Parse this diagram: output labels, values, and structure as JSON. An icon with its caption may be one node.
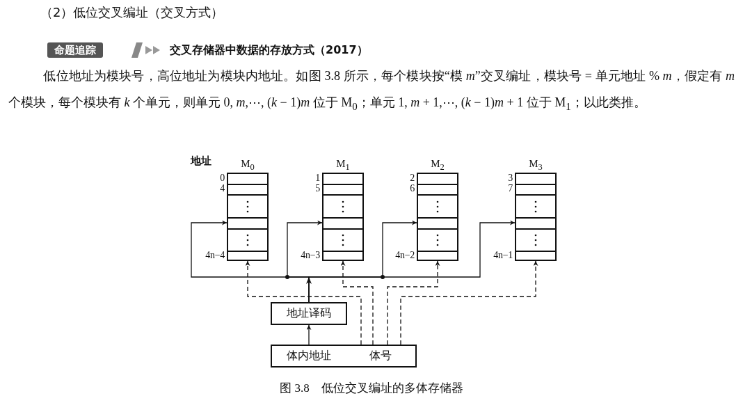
{
  "diagram": {
    "caption": "图 3.8　低位交叉编址的多体存储器",
    "nodes": [
      {
        "text": [
          "M$_{0}$"
        ],
        "beside": [
          "0",
          "4",
          "4n−4"
        ]
      },
      {
        "text": [
          "M$_{1}$"
        ],
        "beside": [
          "1",
          "5",
          "4n−3"
        ]
      },
      {
        "text": [
          "M$_{2}$"
        ],
        "beside": [
          "2",
          "6",
          "4n−2"
        ]
      },
      {
        "text": [
          "M$_{3}$"
        ],
        "beside": [
          "3",
          "7",
          "4n−1"
        ]
      },
      {
        "text": [
          "地址译码"
        ]
      },
      {
        "text": [
          "体内地址"
        ]
      },
      {
        "text": [
          "体号"
        ]
      }
    ],
    "edges": [
      {
        "from": 5,
        "to": 4,
        "arrow": "to"
      },
      {
        "from": 4,
        "to": 0,
        "arrow": "to"
      },
      {
        "from": 4,
        "to": 1,
        "arrow": "to"
      },
      {
        "from": 4,
        "to": 2,
        "arrow": "to"
      },
      {
        "from": 4,
        "to": 3,
        "arrow": "to"
      },
      {
        "from": 6,
        "to": 0,
        "arrow": "to",
        "style": "dashed"
      },
      {
        "from": 6,
        "to": 1,
        "arrow": "to",
        "style": "dashed"
      },
      {
        "from": 6,
        "to": 2,
        "arrow": "to",
        "style": "dashed"
      },
      {
        "from": 6,
        "to": 3,
        "arrow": "to",
        "style": "dashed"
      }
    ],
    "labels": [
      "（2）低位交叉编址（交叉方式）",
      "命题追踪",
      "交叉存储器中数据的存放方式（2017）",
      "低位地址为模块号，高位地址为模块内地址。如图 3.8 所示，每个模块按“模 *m*”交叉编址，模块号 = 单元地址 % *m*，假定有 *m* 个模块，每个模块有 *k* 个单元，则单元 0, *m*,⋯, (*k* − 1)*m* 位于 M$_{0}$；单元 1, *m* + 1,⋯, (*k* − 1)*m* + 1 位于 M$_{1}$；以此类推。",
      "地址"
    ]
  }
}
